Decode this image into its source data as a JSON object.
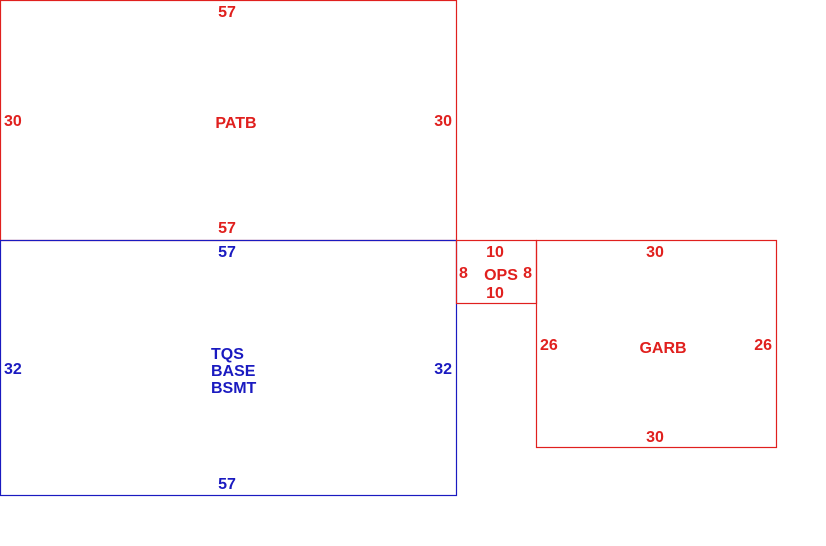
{
  "colors": {
    "red": "#e0201e",
    "blue": "#1a1ac0",
    "background": "#ffffff"
  },
  "areas": {
    "patb": {
      "name_lines": [
        "PATB"
      ],
      "top": "57",
      "bottom": "57",
      "left": "30",
      "right": "30"
    },
    "tqs": {
      "name_lines": [
        "TQS",
        "BASE",
        "BSMT"
      ],
      "top": "57",
      "bottom": "57",
      "left": "32",
      "right": "32"
    },
    "ops": {
      "name_lines": [
        "OPS"
      ],
      "top": "10",
      "bottom": "10",
      "left": "8",
      "right": "8"
    },
    "garb": {
      "name_lines": [
        "GARB"
      ],
      "top": "30",
      "bottom": "30",
      "left": "26",
      "right": "26"
    }
  }
}
